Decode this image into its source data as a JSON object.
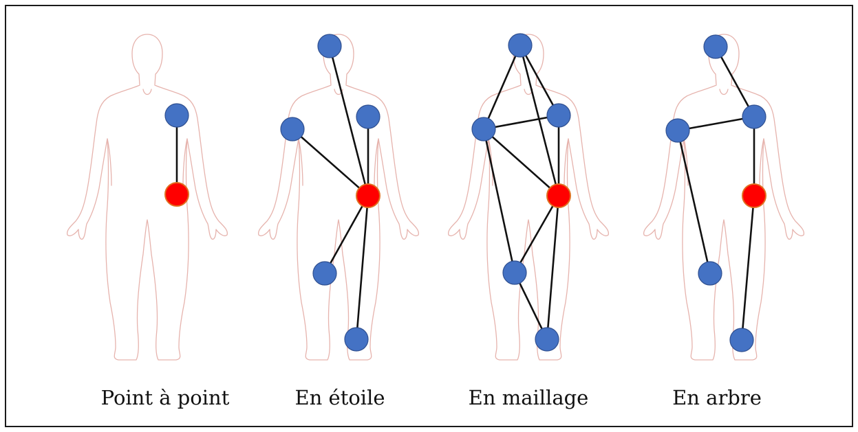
{
  "colors": {
    "sensor": "#4472C4",
    "hub": "#FF0000",
    "link": "#111111",
    "outline": "#E6B3AD"
  },
  "topologies": [
    {
      "id": "point-a-point",
      "label": "Point à point"
    },
    {
      "id": "en-etoile",
      "label": "En étoile"
    },
    {
      "id": "en-maillage",
      "label": "En maillage"
    },
    {
      "id": "en-arbre",
      "label": "En arbre"
    }
  ]
}
